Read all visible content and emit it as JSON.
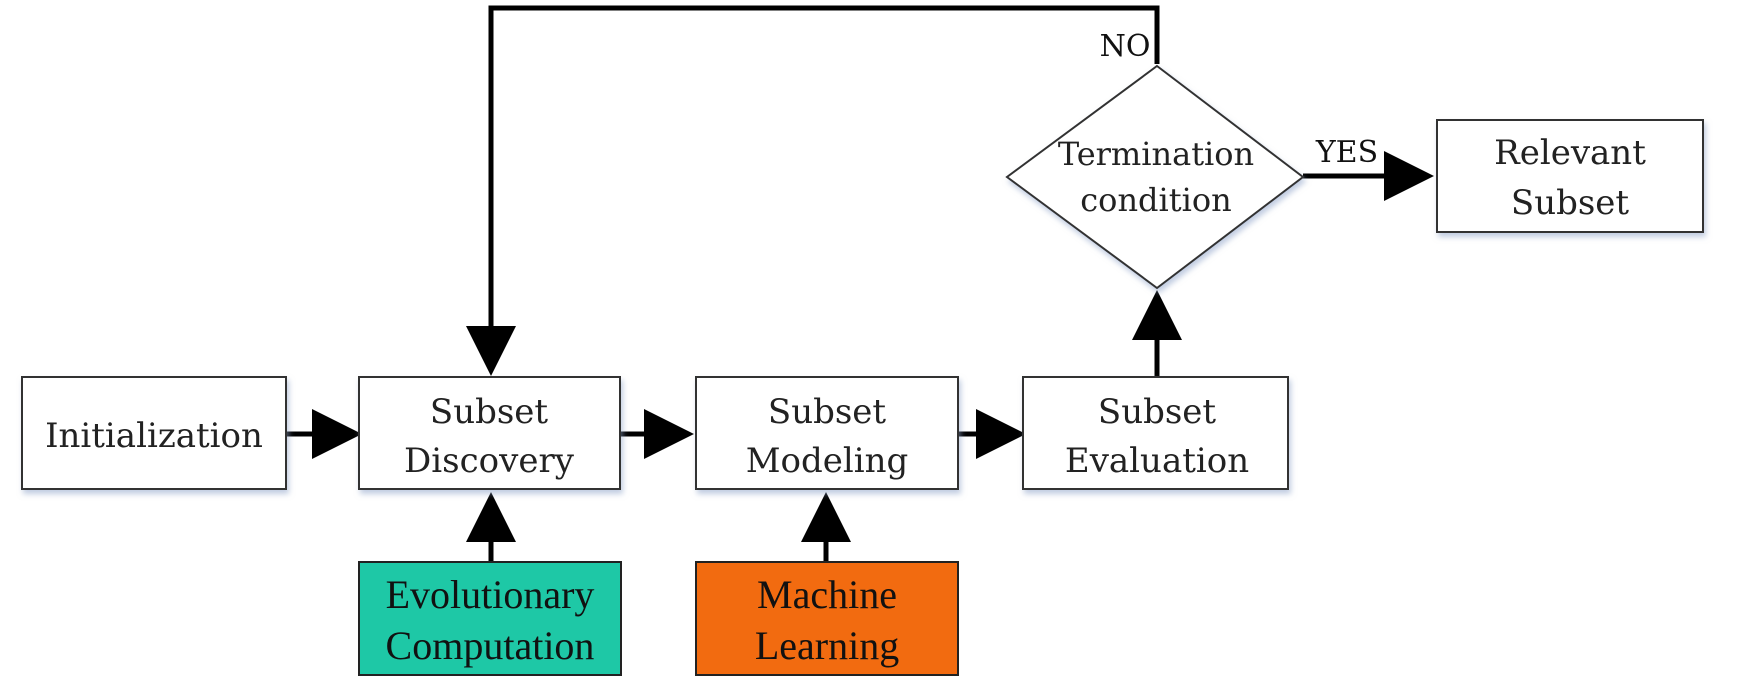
{
  "nodes": {
    "initialization": {
      "label": "Initialization"
    },
    "subset_discovery": {
      "line1": "Subset",
      "line2": "Discovery"
    },
    "subset_modeling": {
      "line1": "Subset",
      "line2": "Modeling"
    },
    "subset_evaluation": {
      "line1": "Subset",
      "line2": "Evaluation"
    },
    "termination": {
      "line1": "Termination",
      "line2": "condition"
    },
    "relevant_subset": {
      "line1": "Relevant",
      "line2": "Subset"
    },
    "evolutionary": {
      "line1": "Evolutionary",
      "line2": "Computation",
      "color": "#1ec8a6"
    },
    "machine_learning": {
      "line1": "Machine",
      "line2": "Learning",
      "color": "#f26b10"
    }
  },
  "edges": {
    "no_label": "NO",
    "yes_label": "YES"
  }
}
